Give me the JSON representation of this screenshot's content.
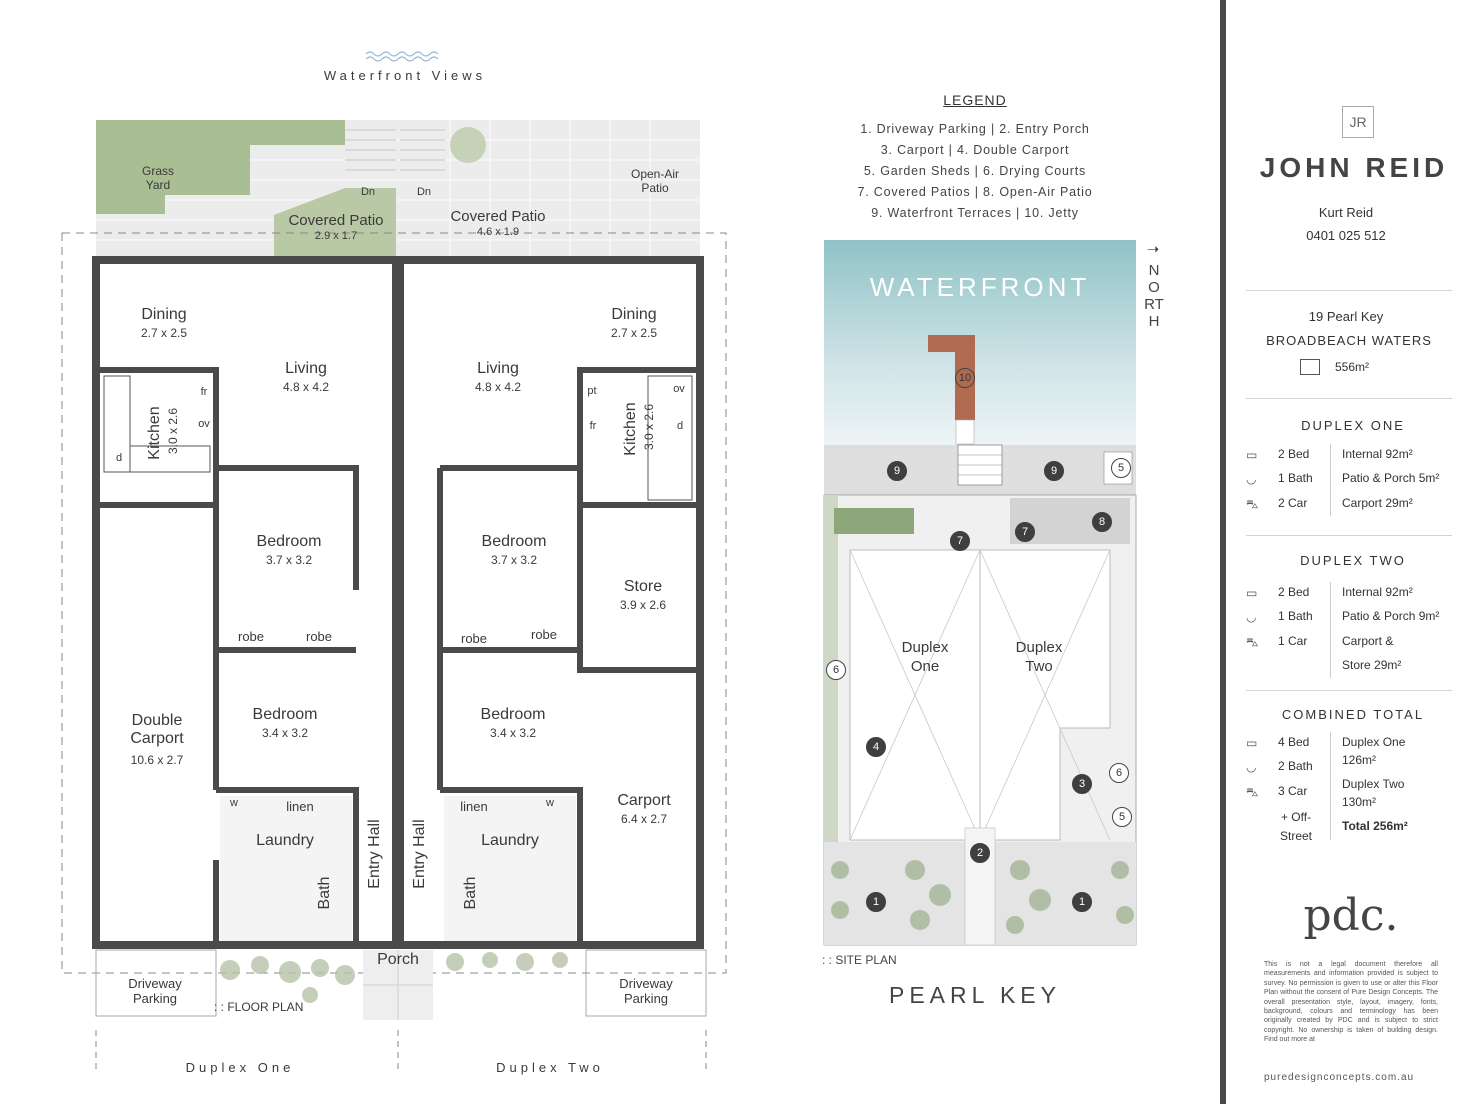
{
  "floor_plan": {
    "top_label": "Waterfront Views",
    "outdoor": {
      "grass_yard": "Grass\nYard",
      "covered_patio_left": {
        "name": "Covered Patio",
        "dim": "2.9 x 1.7"
      },
      "covered_patio_right": {
        "name": "Covered Patio",
        "dim": "4.6 x 1.9"
      },
      "open_air_patio": "Open-Air\nPatio",
      "dn": "Dn"
    },
    "duplex_one": {
      "dining": {
        "name": "Dining",
        "dim": "2.7 x 2.5"
      },
      "living": {
        "name": "Living",
        "dim": "4.8 x 4.2"
      },
      "kitchen": {
        "name": "Kitchen",
        "dim": "3.0 x 2.6"
      },
      "bedroom1": {
        "name": "Bedroom",
        "dim": "3.7 x 3.2"
      },
      "bedroom2": {
        "name": "Bedroom",
        "dim": "3.4 x 3.2"
      },
      "carport": {
        "name": "Double\nCarport",
        "dim": "10.6 x 2.7"
      },
      "laundry": "Laundry",
      "bath": "Bath",
      "entry_hall": "Entry Hall",
      "robe": "robe",
      "linen": "linen",
      "fr": "fr",
      "ov": "ov",
      "d": "d",
      "w": "w",
      "driveway": "Driveway\nParking"
    },
    "duplex_two": {
      "dining": {
        "name": "Dining",
        "dim": "2.7 x 2.5"
      },
      "living": {
        "name": "Living",
        "dim": "4.8 x 4.2"
      },
      "kitchen": {
        "name": "Kitchen",
        "dim": "3.0 x 2.6"
      },
      "bedroom1": {
        "name": "Bedroom",
        "dim": "3.7 x 3.2"
      },
      "bedroom2": {
        "name": "Bedroom",
        "dim": "3.4 x 3.2"
      },
      "store": {
        "name": "Store",
        "dim": "3.9 x 2.6"
      },
      "carport": {
        "name": "Carport",
        "dim": "6.4 x 2.7"
      },
      "laundry": "Laundry",
      "bath": "Bath",
      "entry_hall": "Entry Hall",
      "robe": "robe",
      "linen": "linen",
      "pt": "pt",
      "fr": "fr",
      "ov": "ov",
      "d": "d",
      "w": "w",
      "driveway": "Driveway\nParking"
    },
    "porch": "Porch",
    "caption": ": : FLOOR PLAN",
    "bottom_left": "Duplex One",
    "bottom_right": "Duplex Two"
  },
  "legend": {
    "title": "LEGEND",
    "lines": [
      "1. Driveway Parking  |  2. Entry Porch",
      "3. Carport  |  4. Double Carport",
      "5. Garden Sheds  |  6. Drying Courts",
      "7. Covered Patios  |  8. Open-Air Patio",
      "9. Waterfront Terraces  |  10. Jetty"
    ]
  },
  "site_plan": {
    "waterfront": "WATERFRONT",
    "north": "NORTH",
    "duplex_one": "Duplex\nOne",
    "duplex_two": "Duplex\nTwo",
    "caption": ": : SITE PLAN",
    "street": "PEARL KEY",
    "markers": [
      "10",
      "9",
      "9",
      "5",
      "8",
      "7",
      "7",
      "6",
      "4",
      "6",
      "3",
      "5",
      "2",
      "1",
      "1"
    ]
  },
  "sidebar": {
    "logo_mark": "JR",
    "brand": "JOHN REID",
    "agent_name": "Kurt Reid",
    "agent_phone": "0401 025 512",
    "address_line1": "19 Pearl Key",
    "address_line2": "BROADBEACH WATERS",
    "land_size": "556m²",
    "duplex_one": {
      "title": "DUPLEX ONE",
      "beds": "2 Bed",
      "baths": "1 Bath",
      "cars": "2 Car",
      "internal": "Internal 92m²",
      "patio": "Patio & Porch 5m²",
      "carport": "Carport 29m²"
    },
    "duplex_two": {
      "title": "DUPLEX TWO",
      "beds": "2 Bed",
      "baths": "1 Bath",
      "cars": "1 Car",
      "internal": "Internal 92m²",
      "patio": "Patio & Porch 9m²",
      "carport": "Carport &",
      "store": "Store 29m²"
    },
    "combined": {
      "title": "COMBINED TOTAL",
      "beds": "4 Bed",
      "baths": "2 Bath",
      "cars": "3 Car",
      "offstreet": "+ Off-\nStreet",
      "d1_label": "Duplex One",
      "d1_area": "126m²",
      "d2_label": "Duplex Two",
      "d2_area": "130m²",
      "total": "Total 256m²"
    },
    "pdc_logo": "pdc.",
    "disclaimer": "This is not a legal document therefore all measurements and information provided is subject to survey. No permission is given to use or alter this Floor Plan without the consent of Pure Design Concepts. The overall presentation style, layout, imagery, fonts, background, colours and terminology has been originally created by PDC and is subject to strict copyright. No ownership is taken of building design. Find out more at",
    "website": "puredesignconcepts.com.au"
  },
  "colors": {
    "wall": "#4a4a4a",
    "grass": "#a9bf93",
    "water_top": "#8fc3c6",
    "sidebar_bar": "#4a4a4a",
    "paving": "#e6e6e6"
  }
}
